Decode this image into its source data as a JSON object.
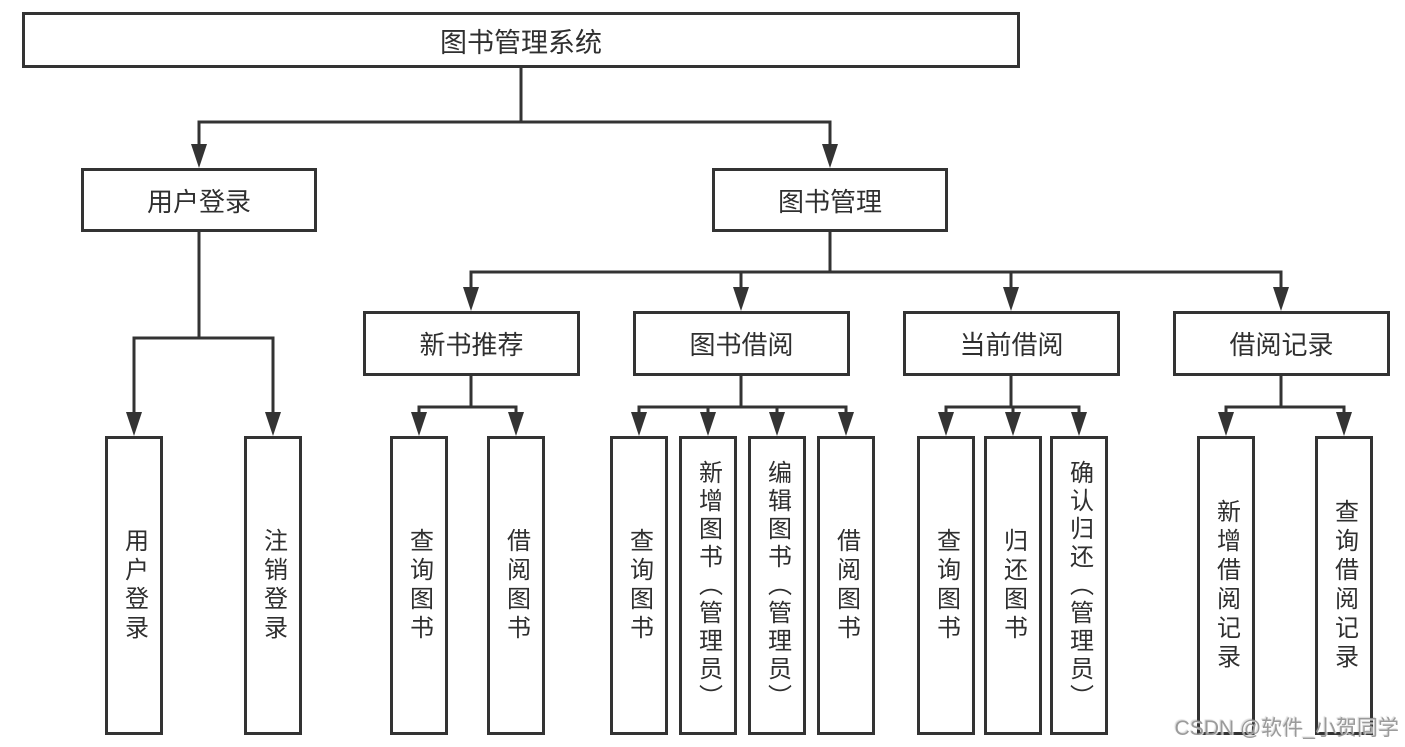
{
  "title": {
    "label": "图书管理系统"
  },
  "level2": [
    {
      "label": "用户登录"
    },
    {
      "label": "图书管理"
    }
  ],
  "level3": [
    {
      "label": "新书推荐"
    },
    {
      "label": "图书借阅"
    },
    {
      "label": "当前借阅"
    },
    {
      "label": "借阅记录"
    }
  ],
  "leaves": {
    "user_login": [
      {
        "label": "用户登录"
      },
      {
        "label": "注销登录"
      }
    ],
    "new_book_recommend": [
      {
        "label": "查询图书"
      },
      {
        "label": "借阅图书"
      }
    ],
    "book_borrowing": [
      {
        "label": "查询图书"
      },
      {
        "label": "新增图书（管理员）"
      },
      {
        "label": "编辑图书（管理员）"
      },
      {
        "label": "借阅图书"
      }
    ],
    "current_borrowing": [
      {
        "label": "查询图书"
      },
      {
        "label": "归还图书"
      },
      {
        "label": "确认归还（管理员）"
      }
    ],
    "borrowing_records": [
      {
        "label": "新增借阅记录"
      },
      {
        "label": "查询借阅记录"
      }
    ]
  },
  "watermark": {
    "text": "CSDN @软件_小贺同学"
  },
  "colors": {
    "line": "#333333",
    "box_border": "#333333",
    "box_background": "#ffffff",
    "text": "#2f2f2f",
    "watermark": "#969696"
  }
}
